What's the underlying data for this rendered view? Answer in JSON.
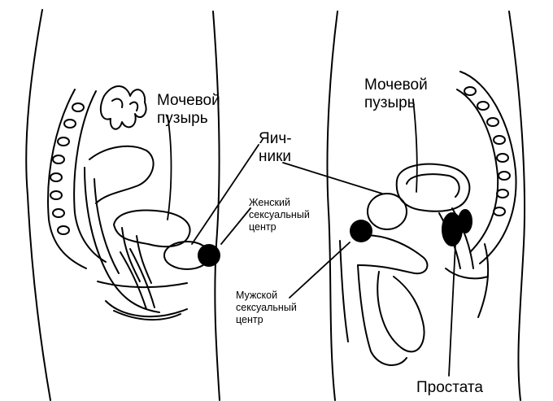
{
  "labels": {
    "bladder_female": [
      "Мочевой",
      "пузырь"
    ],
    "bladder_male": [
      "Мочевой",
      "пузырь"
    ],
    "ovaries": [
      "Яич-",
      "ники"
    ],
    "female_center": [
      "Женский",
      "сексуальный",
      "центр"
    ],
    "male_center": [
      "Мужской",
      "сексуальный",
      "центр"
    ],
    "prostate": "Простата"
  },
  "colors": {
    "ink": "#000000",
    "paper": "#ffffff"
  }
}
